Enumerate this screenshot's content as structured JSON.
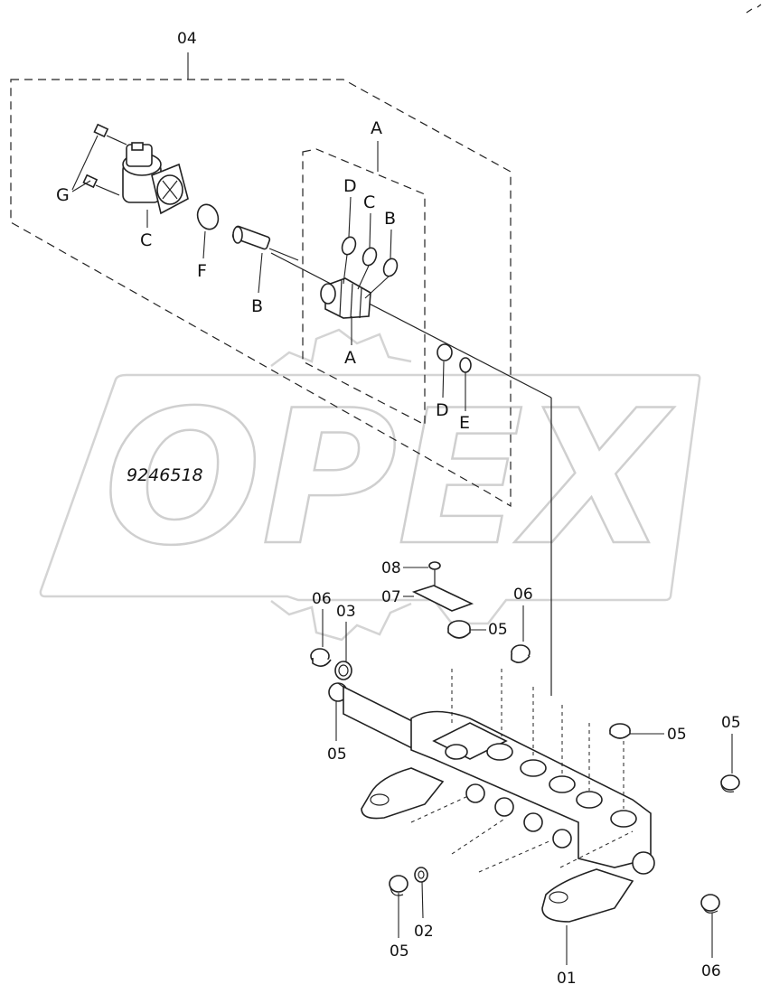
{
  "drawing_code": "9246518",
  "watermark": "OPEX",
  "callouts": {
    "p04": "04",
    "pA_top": "A",
    "pD_top": "D",
    "pC_top": "C",
    "pB_top": "B",
    "pG": "G",
    "pC_left": "C",
    "pF": "F",
    "pB_mid": "B",
    "pA_bottom": "A",
    "pD_bottom": "D",
    "pE": "E",
    "p08": "08",
    "p07": "07",
    "p06_left": "06",
    "p03": "03",
    "p05_top": "05",
    "p06_right": "06",
    "p05_left": "05",
    "p05_mid": "05",
    "p05_right": "05",
    "p02": "02",
    "p05_bottom": "05",
    "p01": "01",
    "p06_bottom": "06"
  }
}
